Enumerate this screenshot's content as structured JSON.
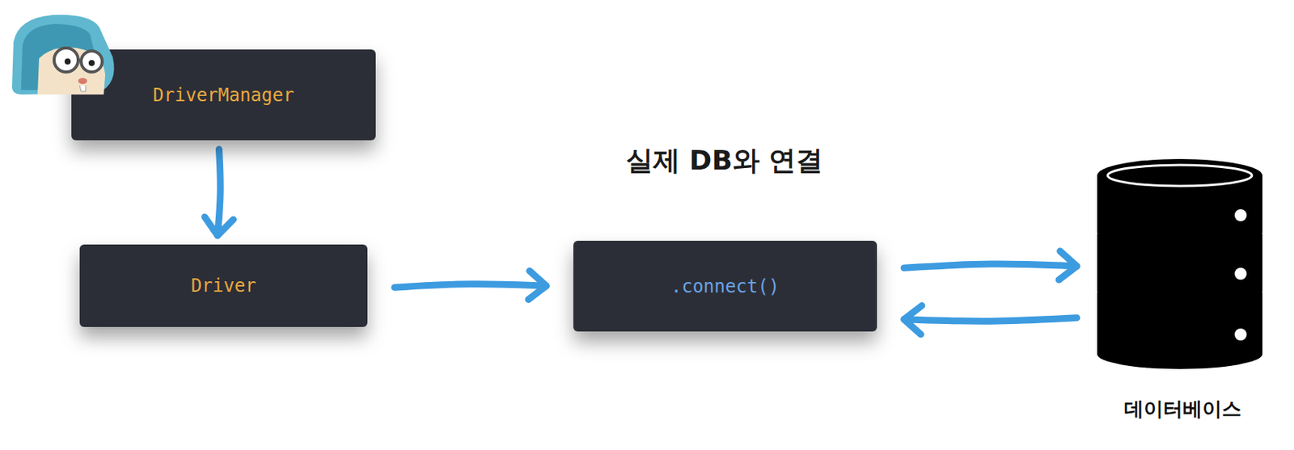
{
  "diagram": {
    "nodes": [
      {
        "text": [
          "DriverManager"
        ]
      },
      {
        "text": [
          "Driver"
        ]
      },
      {
        "text": [
          ".connect()"
        ]
      },
      {
        "text": [
          "데이터베이스"
        ]
      }
    ],
    "edges": [
      {
        "from": 0,
        "to": 1,
        "arrow": "to"
      },
      {
        "from": 1,
        "to": 2,
        "arrow": "to"
      },
      {
        "from": 2,
        "to": 3,
        "arrow": "to"
      },
      {
        "from": 3,
        "to": 2,
        "arrow": "to"
      }
    ],
    "labels": [
      "실제 DB와 연결"
    ]
  }
}
